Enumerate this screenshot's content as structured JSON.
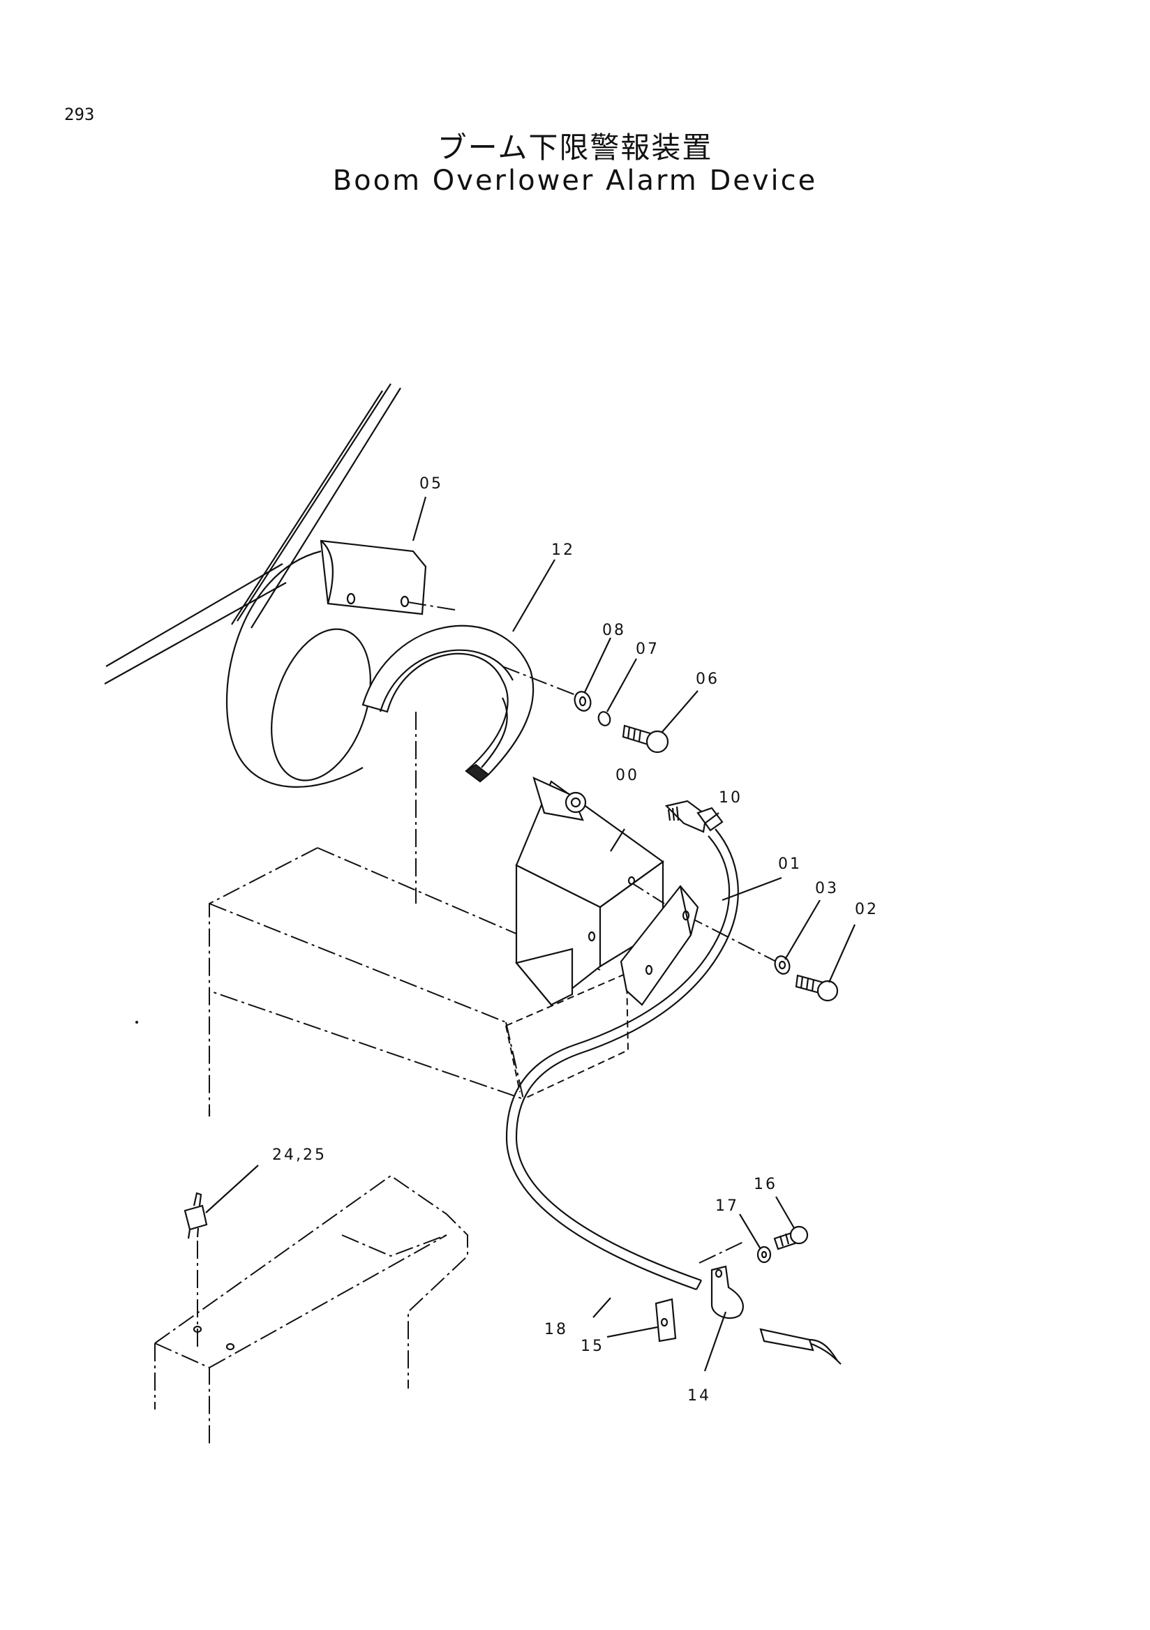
{
  "page_number": "293",
  "title_jp": "ブーム下限警報装置",
  "title_en": "Boom Overlower Alarm Device",
  "callouts": {
    "c05": "05",
    "c12": "12",
    "c08": "08",
    "c07": "07",
    "c06": "06",
    "c00": "00",
    "c10": "10",
    "c01": "01",
    "c03": "03",
    "c02": "02",
    "c2425": "24,25",
    "c16": "16",
    "c17": "17",
    "c18": "18",
    "c15": "15",
    "c14": "14"
  }
}
